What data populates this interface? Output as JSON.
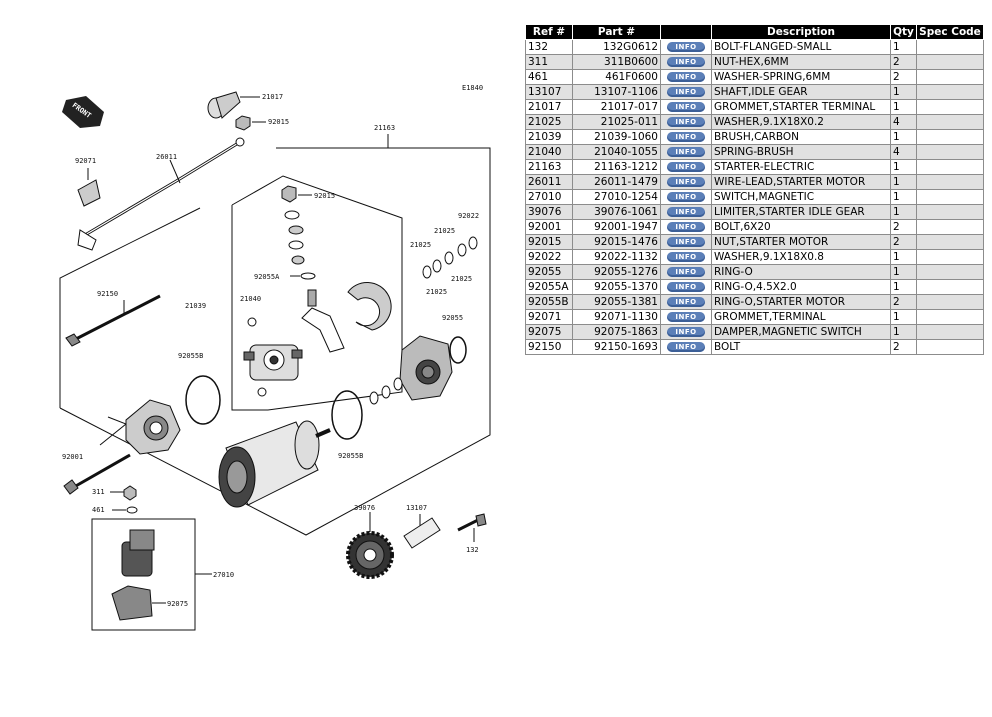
{
  "diagram": {
    "code": "E1840",
    "front_label": "FRONT",
    "callouts": [
      "21017",
      "92015",
      "21163",
      "92071",
      "26011",
      "92015",
      "21025",
      "92022",
      "21025",
      "92055A",
      "21025",
      "21025",
      "92150",
      "21039",
      "21040",
      "92055",
      "92055B",
      "92055B",
      "92001",
      "311",
      "461",
      "39076",
      "13107",
      "132",
      "27010",
      "92075"
    ]
  },
  "table": {
    "headers": [
      "Ref #",
      "Part #",
      "",
      "Description",
      "Qty",
      "Spec Code"
    ],
    "info_label": "INFO",
    "rows": [
      {
        "ref": "132",
        "part": "132G0612",
        "desc": "BOLT-FLANGED-SMALL",
        "qty": "1",
        "spec": ""
      },
      {
        "ref": "311",
        "part": "311B0600",
        "desc": "NUT-HEX,6MM",
        "qty": "2",
        "spec": ""
      },
      {
        "ref": "461",
        "part": "461F0600",
        "desc": "WASHER-SPRING,6MM",
        "qty": "2",
        "spec": ""
      },
      {
        "ref": "13107",
        "part": "13107-1106",
        "desc": "SHAFT,IDLE GEAR",
        "qty": "1",
        "spec": ""
      },
      {
        "ref": "21017",
        "part": "21017-017",
        "desc": "GROMMET,STARTER TERMINAL",
        "qty": "1",
        "spec": ""
      },
      {
        "ref": "21025",
        "part": "21025-011",
        "desc": "WASHER,9.1X18X0.2",
        "qty": "4",
        "spec": ""
      },
      {
        "ref": "21039",
        "part": "21039-1060",
        "desc": "BRUSH,CARBON",
        "qty": "1",
        "spec": ""
      },
      {
        "ref": "21040",
        "part": "21040-1055",
        "desc": "SPRING-BRUSH",
        "qty": "4",
        "spec": ""
      },
      {
        "ref": "21163",
        "part": "21163-1212",
        "desc": "STARTER-ELECTRIC",
        "qty": "1",
        "spec": ""
      },
      {
        "ref": "26011",
        "part": "26011-1479",
        "desc": "WIRE-LEAD,STARTER MOTOR",
        "qty": "1",
        "spec": ""
      },
      {
        "ref": "27010",
        "part": "27010-1254",
        "desc": "SWITCH,MAGNETIC",
        "qty": "1",
        "spec": ""
      },
      {
        "ref": "39076",
        "part": "39076-1061",
        "desc": "LIMITER,STARTER IDLE GEAR",
        "qty": "1",
        "spec": ""
      },
      {
        "ref": "92001",
        "part": "92001-1947",
        "desc": "BOLT,6X20",
        "qty": "2",
        "spec": ""
      },
      {
        "ref": "92015",
        "part": "92015-1476",
        "desc": "NUT,STARTER MOTOR",
        "qty": "2",
        "spec": ""
      },
      {
        "ref": "92022",
        "part": "92022-1132",
        "desc": "WASHER,9.1X18X0.8",
        "qty": "1",
        "spec": ""
      },
      {
        "ref": "92055",
        "part": "92055-1276",
        "desc": "RING-O",
        "qty": "1",
        "spec": ""
      },
      {
        "ref": "92055A",
        "part": "92055-1370",
        "desc": "RING-O,4.5X2.0",
        "qty": "1",
        "spec": ""
      },
      {
        "ref": "92055B",
        "part": "92055-1381",
        "desc": "RING-O,STARTER MOTOR",
        "qty": "2",
        "spec": ""
      },
      {
        "ref": "92071",
        "part": "92071-1130",
        "desc": "GROMMET,TERMINAL",
        "qty": "1",
        "spec": ""
      },
      {
        "ref": "92075",
        "part": "92075-1863",
        "desc": "DAMPER,MAGNETIC SWITCH",
        "qty": "1",
        "spec": ""
      },
      {
        "ref": "92150",
        "part": "92150-1693",
        "desc": "BOLT",
        "qty": "2",
        "spec": ""
      }
    ]
  }
}
